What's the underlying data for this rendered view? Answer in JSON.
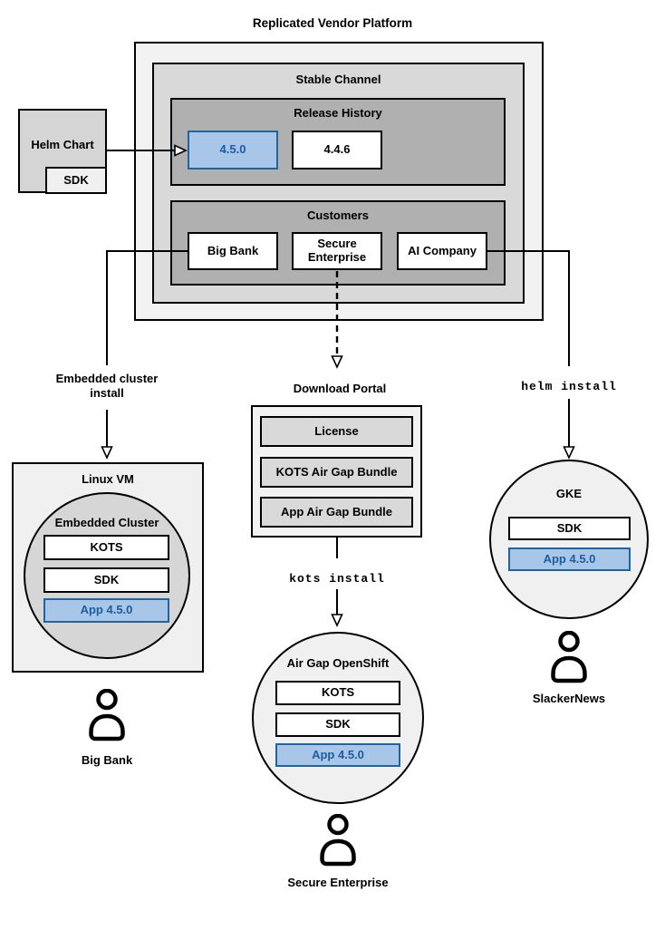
{
  "title": "Replicated Vendor Platform",
  "colors": {
    "highlight_fill": "#a8c7e8",
    "highlight_border": "#2264a0",
    "highlight_text": "#1d5c9e",
    "container_light": "#f2f2f2",
    "container_mid": "#d9d9d9",
    "container_dark": "#b0b0b0"
  },
  "platform": {
    "stable_channel_label": "Stable Channel",
    "release_history": {
      "label": "Release History",
      "current_release": "4.5.0",
      "previous_release": "4.4.6"
    },
    "customers": {
      "label": "Customers",
      "big_bank": "Big Bank",
      "secure_enterprise": "Secure Enterprise",
      "ai_company": "AI Company"
    }
  },
  "helm_chart": {
    "label": "Helm Chart",
    "sdk": "SDK"
  },
  "left_flow": {
    "arrow_label": "Embedded cluster install",
    "vm_label": "Linux VM",
    "cluster_label": "Embedded Cluster",
    "kots": "KOTS",
    "sdk": "SDK",
    "app": "App 4.5.0",
    "user": "Big Bank"
  },
  "middle_flow": {
    "portal_label": "Download Portal",
    "license": "License",
    "kots_bundle": "KOTS Air Gap Bundle",
    "app_bundle": "App Air Gap Bundle",
    "command": "kots install",
    "cluster_label": "Air Gap OpenShift",
    "kots": "KOTS",
    "sdk": "SDK",
    "app": "App 4.5.0",
    "user": "Secure Enterprise"
  },
  "right_flow": {
    "command": "helm install",
    "cluster_label": "GKE",
    "sdk": "SDK",
    "app": "App 4.5.0",
    "user": "SlackerNews"
  }
}
